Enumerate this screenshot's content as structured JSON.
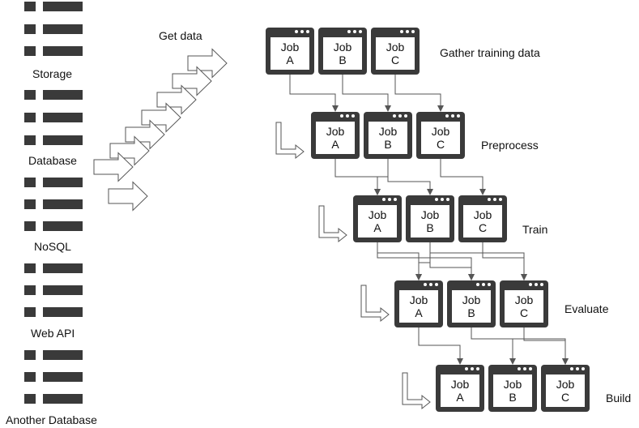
{
  "get_data_label": "Get data",
  "sources": [
    {
      "label": "Storage"
    },
    {
      "label": "Database"
    },
    {
      "label": "NoSQL"
    },
    {
      "label": "Web API"
    },
    {
      "label": "Another Database"
    }
  ],
  "stages": [
    {
      "label": "Gather training data",
      "jobs": [
        {
          "title": "Job",
          "letter": "A"
        },
        {
          "title": "Job",
          "letter": "B"
        },
        {
          "title": "Job",
          "letter": "C"
        }
      ]
    },
    {
      "label": "Preprocess",
      "jobs": [
        {
          "title": "Job",
          "letter": "A"
        },
        {
          "title": "Job",
          "letter": "B"
        },
        {
          "title": "Job",
          "letter": "C"
        }
      ]
    },
    {
      "label": "Train",
      "jobs": [
        {
          "title": "Job",
          "letter": "A"
        },
        {
          "title": "Job",
          "letter": "B"
        },
        {
          "title": "Job",
          "letter": "C"
        }
      ]
    },
    {
      "label": "Evaluate",
      "jobs": [
        {
          "title": "Job",
          "letter": "A"
        },
        {
          "title": "Job",
          "letter": "B"
        },
        {
          "title": "Job",
          "letter": "C"
        }
      ]
    },
    {
      "label": "Build",
      "jobs": [
        {
          "title": "Job",
          "letter": "A"
        },
        {
          "title": "Job",
          "letter": "B"
        },
        {
          "title": "Job",
          "letter": "C"
        }
      ]
    }
  ]
}
